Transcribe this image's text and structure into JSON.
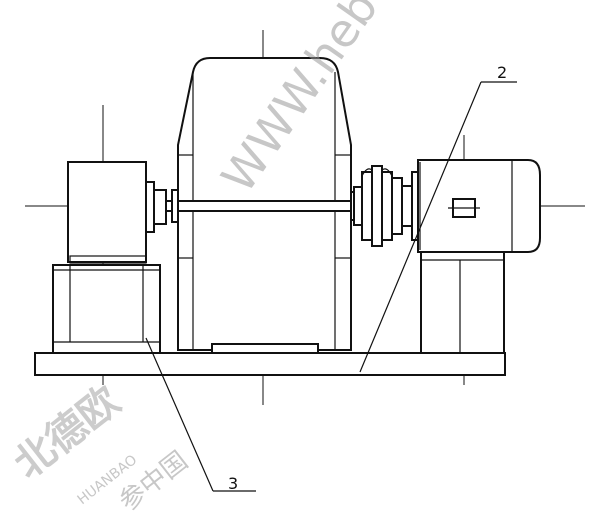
{
  "drawing": {
    "callouts": [
      {
        "id": "2",
        "label": "2"
      },
      {
        "id": "3",
        "label": "3"
      }
    ]
  },
  "watermarks": {
    "url": "WWW.hebeiou",
    "cn_brand": "北德欧",
    "pinyin": "HUANBAO",
    "cn_country": "参中国"
  }
}
